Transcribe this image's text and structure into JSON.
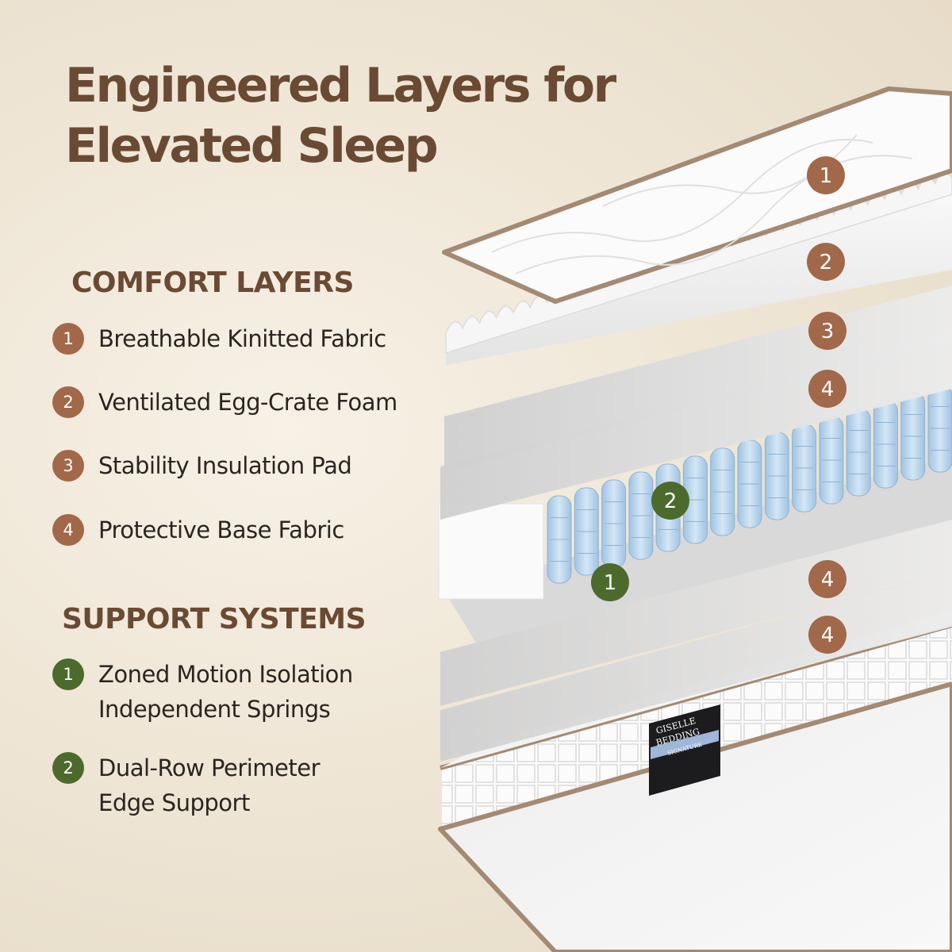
{
  "title": {
    "line1": "Engineered Layers for",
    "line2": "Elevated Sleep"
  },
  "colors": {
    "heading": "#6b4a34",
    "comfort_badge": "#a2684a",
    "support_badge": "#4c6a2c",
    "text": "#2a2520"
  },
  "comfort": {
    "heading": "COMFORT LAYERS",
    "items": [
      {
        "num": "1",
        "label": "Breathable Kinitted Fabric"
      },
      {
        "num": "2",
        "label": "Ventilated Egg-Crate Foam"
      },
      {
        "num": "3",
        "label": "Stability Insulation Pad"
      },
      {
        "num": "4",
        "label": "Protective Base Fabric"
      }
    ]
  },
  "support": {
    "heading": "SUPPORT SYSTEMS",
    "items": [
      {
        "num": "1",
        "line1": "Zoned Motion Isolation",
        "line2": "Independent Springs"
      },
      {
        "num": "2",
        "line1": "Dual-Row Perimeter",
        "line2": "Edge Support"
      }
    ]
  },
  "markers": {
    "comfort": [
      "1",
      "2",
      "3",
      "4",
      "4",
      "4"
    ],
    "support": [
      "2",
      "1"
    ]
  },
  "label": {
    "brand_line1": "GISELLE",
    "brand_line2": "BEDDING",
    "sub": "SIGNATURE"
  }
}
